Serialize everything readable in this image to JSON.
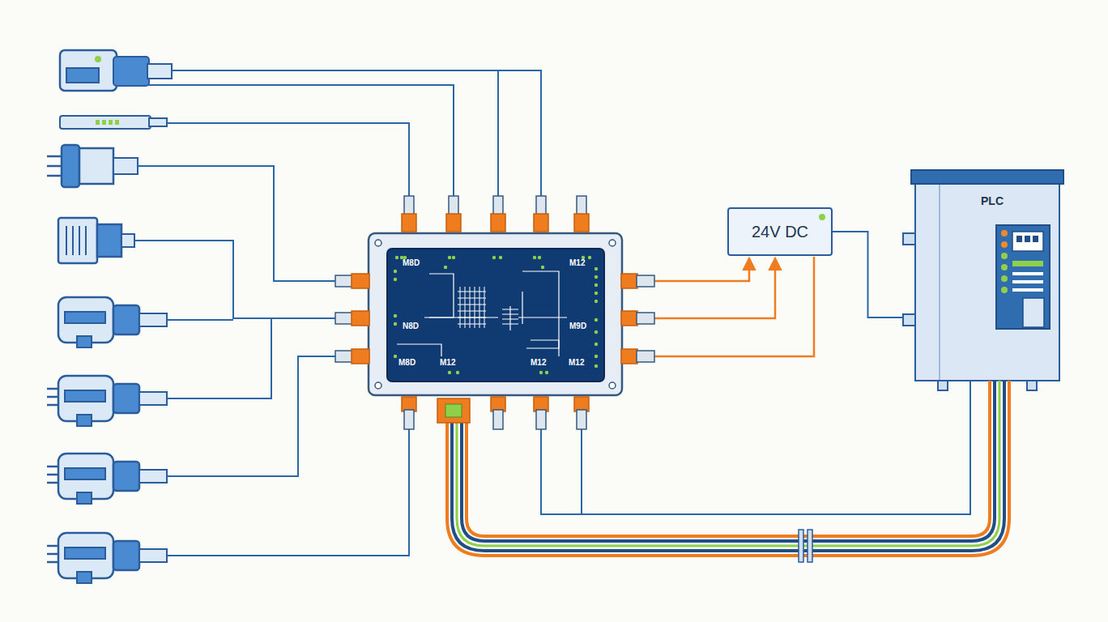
{
  "diagram": {
    "nodes": [
      {
        "text": [
          "24V DC"
        ]
      },
      {
        "text": [
          "PLC"
        ]
      }
    ],
    "edges": [
      {
        "from": 0,
        "to": 1,
        "arrow": "none"
      }
    ],
    "labels": [
      "M8D",
      "M12",
      "N8D",
      "M9D",
      "M8D",
      "M12",
      "M12",
      "M12"
    ]
  }
}
